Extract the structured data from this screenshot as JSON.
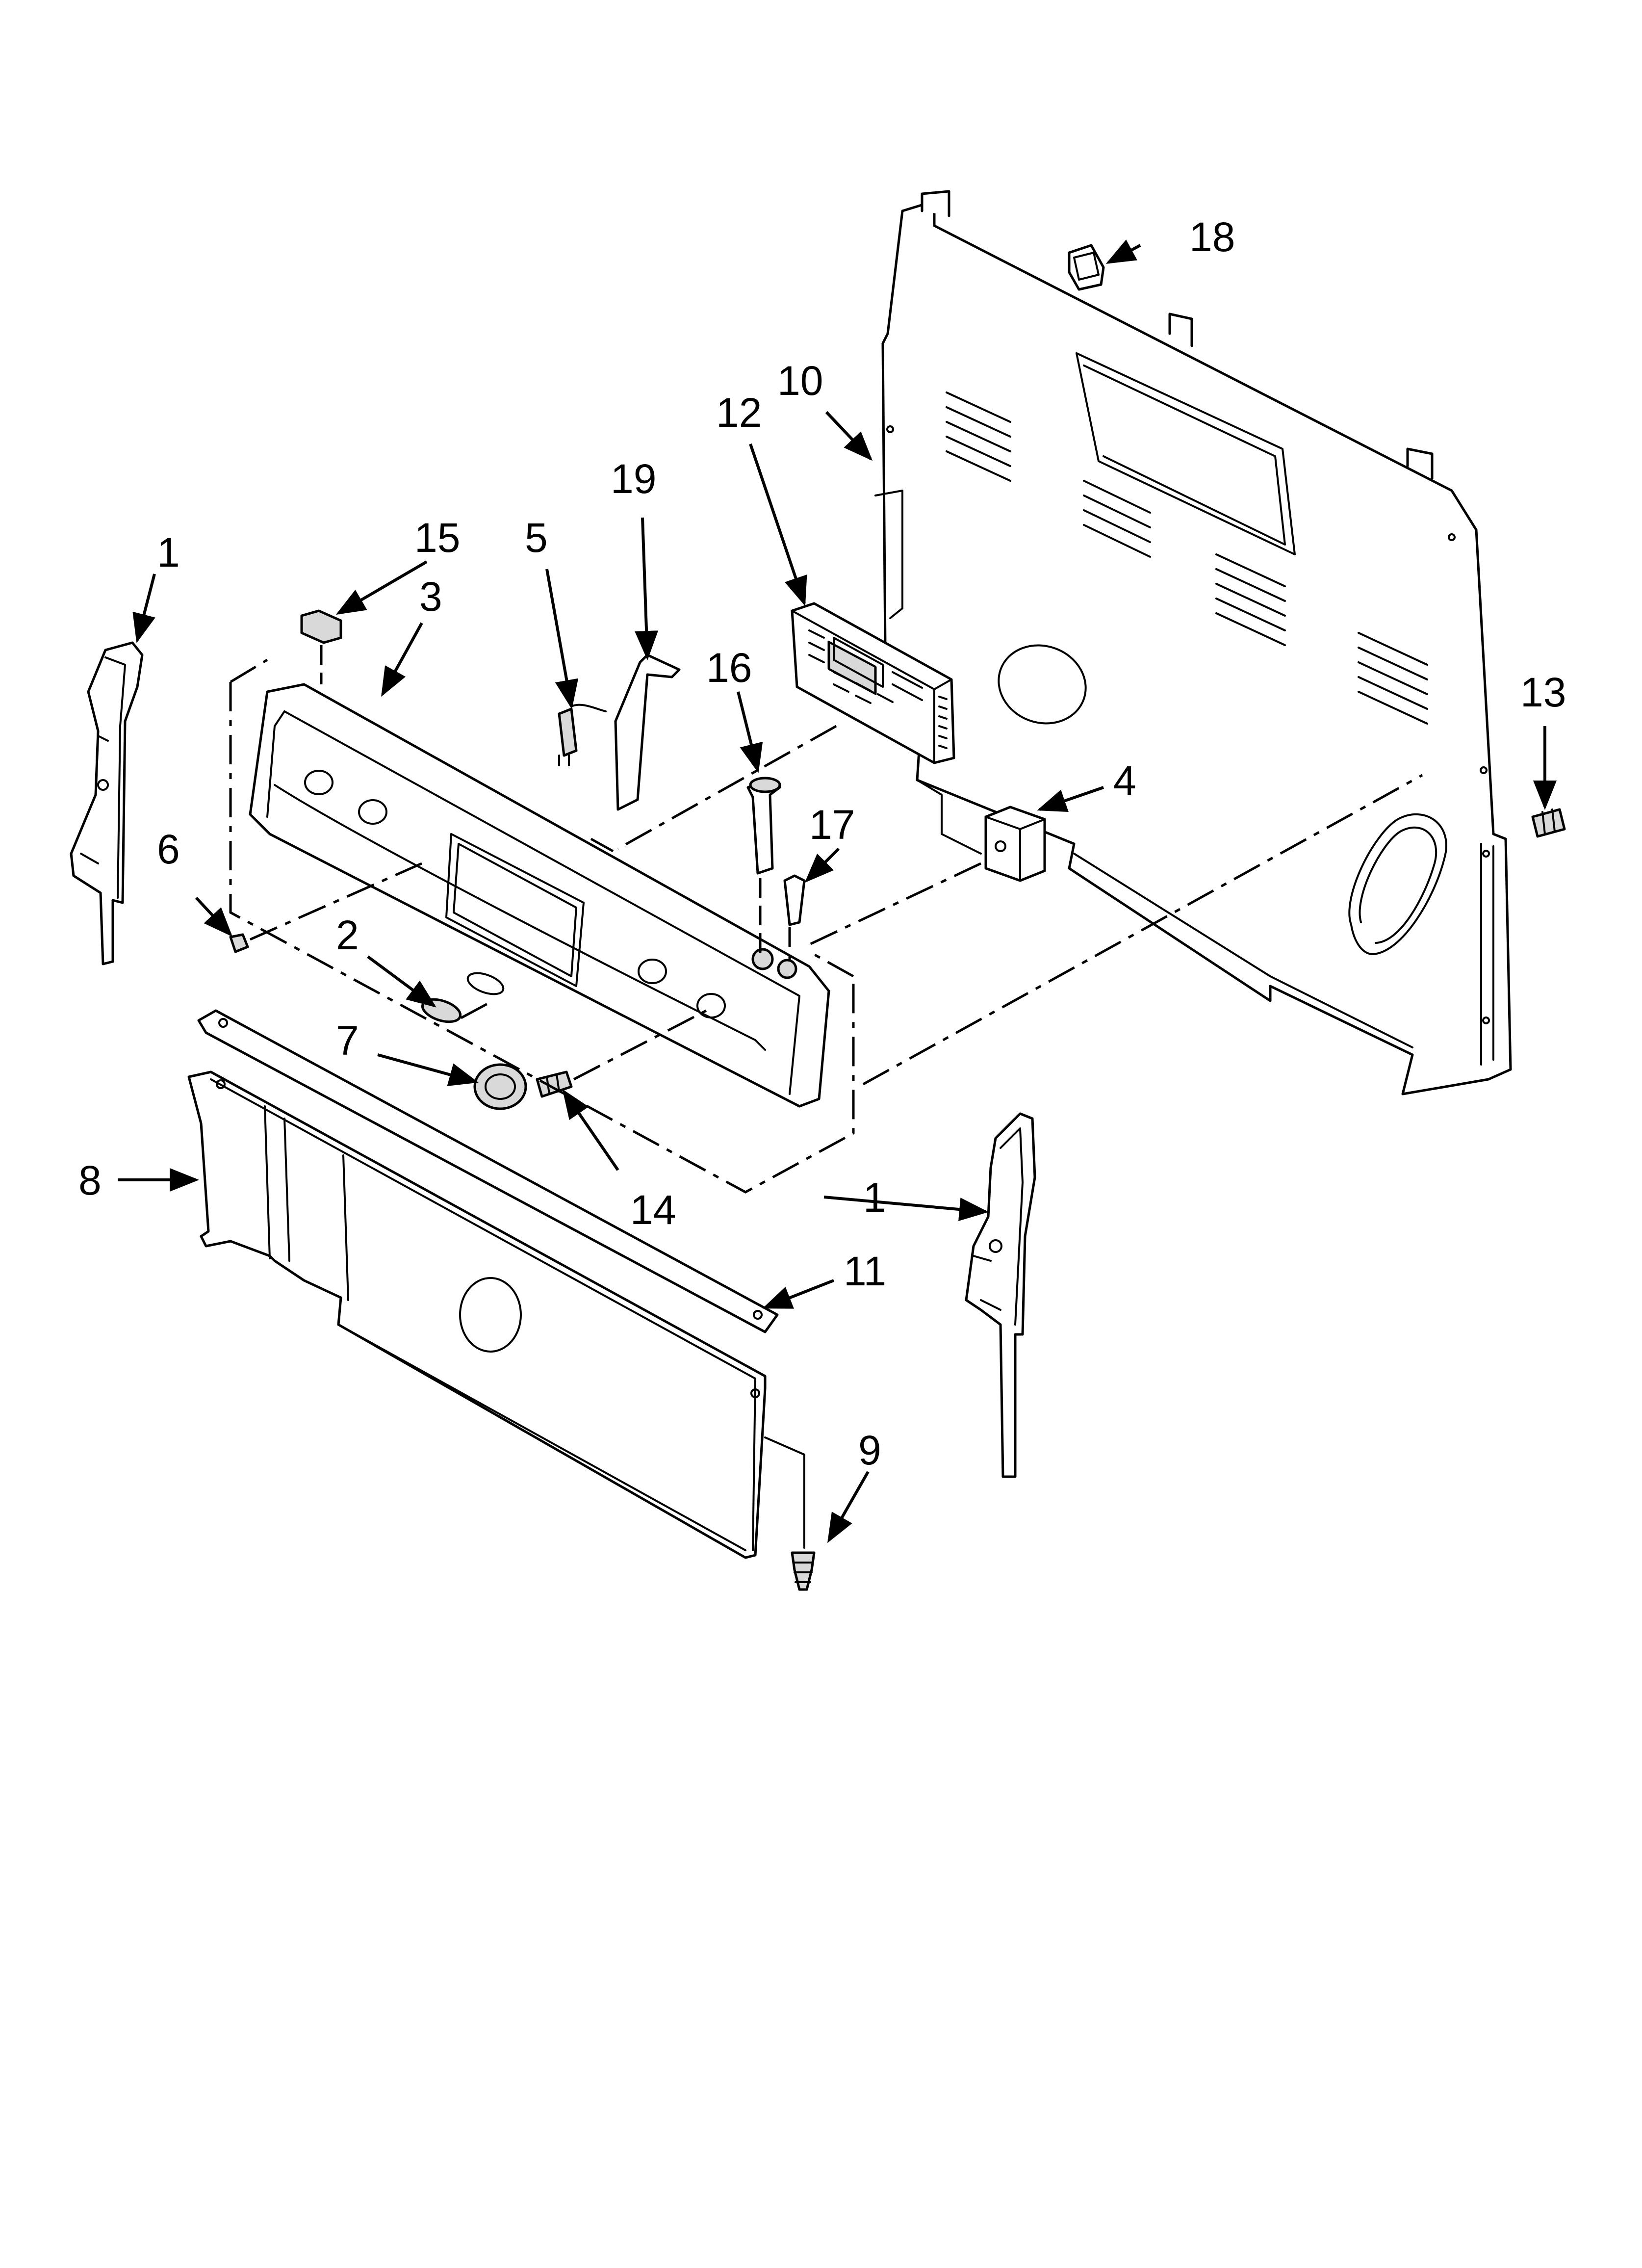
{
  "diagram": {
    "callouts": [
      {
        "id": "c1a",
        "label": "1"
      },
      {
        "id": "c1b",
        "label": "1"
      },
      {
        "id": "c2",
        "label": "2"
      },
      {
        "id": "c3",
        "label": "3"
      },
      {
        "id": "c4",
        "label": "4"
      },
      {
        "id": "c5",
        "label": "5"
      },
      {
        "id": "c6",
        "label": "6"
      },
      {
        "id": "c7",
        "label": "7"
      },
      {
        "id": "c8",
        "label": "8"
      },
      {
        "id": "c9",
        "label": "9"
      },
      {
        "id": "c10",
        "label": "10"
      },
      {
        "id": "c11",
        "label": "11"
      },
      {
        "id": "c12",
        "label": "12"
      },
      {
        "id": "c13",
        "label": "13"
      },
      {
        "id": "c14",
        "label": "14"
      },
      {
        "id": "c15",
        "label": "15"
      },
      {
        "id": "c16",
        "label": "16"
      },
      {
        "id": "c17",
        "label": "17"
      },
      {
        "id": "c18",
        "label": "18"
      },
      {
        "id": "c19",
        "label": "19"
      }
    ]
  }
}
